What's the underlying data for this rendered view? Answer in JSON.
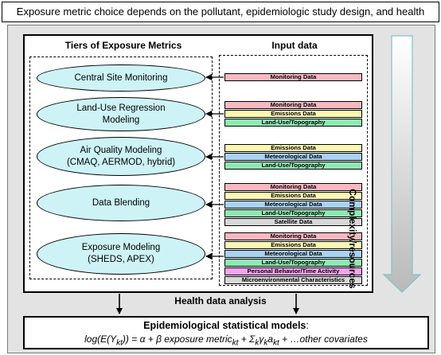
{
  "title": "Exposure metric choice depends on the pollutant, epidemiologic study design, and health outcome",
  "left_header": "Tiers of Exposure Metrics",
  "right_header": "Input data",
  "side_label": "Complexity/resources",
  "health_label": "Health data analysis",
  "tiers": [
    {
      "line1": "Central Site Monitoring",
      "line2": "",
      "inputs": [
        {
          "label": "Monitoring Data",
          "color": "#f7b8c1"
        }
      ]
    },
    {
      "line1": "Land-Use Regression",
      "line2": "Modeling",
      "inputs": [
        {
          "label": "Monitoring Data",
          "color": "#f7b8c1"
        },
        {
          "label": "Emissions Data",
          "color": "#fbf7b2"
        },
        {
          "label": "Land-Use/Topography",
          "color": "#8fe8b4"
        }
      ]
    },
    {
      "line1": "Air Quality Modeling",
      "line2": "(CMAQ, AERMOD, hybrid)",
      "inputs": [
        {
          "label": "Emissions Data",
          "color": "#fbf7b2"
        },
        {
          "label": "Meteorological Data",
          "color": "#a9d2f3"
        },
        {
          "label": "Land-Use/Topography",
          "color": "#8fe8b4"
        }
      ]
    },
    {
      "line1": "Data Blending",
      "line2": "",
      "inputs": [
        {
          "label": "Monitoring Data",
          "color": "#f7b8c1"
        },
        {
          "label": "Emissions Data",
          "color": "#fbf7b2"
        },
        {
          "label": "Meteorological Data",
          "color": "#a9d2f3"
        },
        {
          "label": "Land-Use/Topography",
          "color": "#8fe8b4"
        },
        {
          "label": "Satellite Data",
          "color": "#d8d8d8"
        }
      ]
    },
    {
      "line1": "Exposure Modeling",
      "line2": "(SHEDS, APEX)",
      "inputs": [
        {
          "label": "Monitoring Data",
          "color": "#f7b8c1"
        },
        {
          "label": "Emissions Data",
          "color": "#fbf7b2"
        },
        {
          "label": "Meteorological Data",
          "color": "#a9d2f3"
        },
        {
          "label": "Land-Use/Topography",
          "color": "#8fe8b4"
        },
        {
          "label": "Personal Behavior/Time Activity",
          "color": "#f5a3f2"
        },
        {
          "label": "Microenvironmental Characteristics",
          "color": "#d8d8d8"
        }
      ]
    }
  ],
  "models": {
    "heading": "Epidemiological statistical models",
    "heading_suffix": ":",
    "formula_parts": {
      "lhs": "log(E(Y",
      "lhs_sub": "kt",
      "eq": ")) = α + β exposure metric",
      "em_sub": "kt",
      "plus_sum": " + Σ",
      "sum_sub": "k",
      "gamma": "γ",
      "gamma_sub": "k",
      "a": "a",
      "a_sub": "kt",
      "tail": " + …other covariates"
    }
  }
}
